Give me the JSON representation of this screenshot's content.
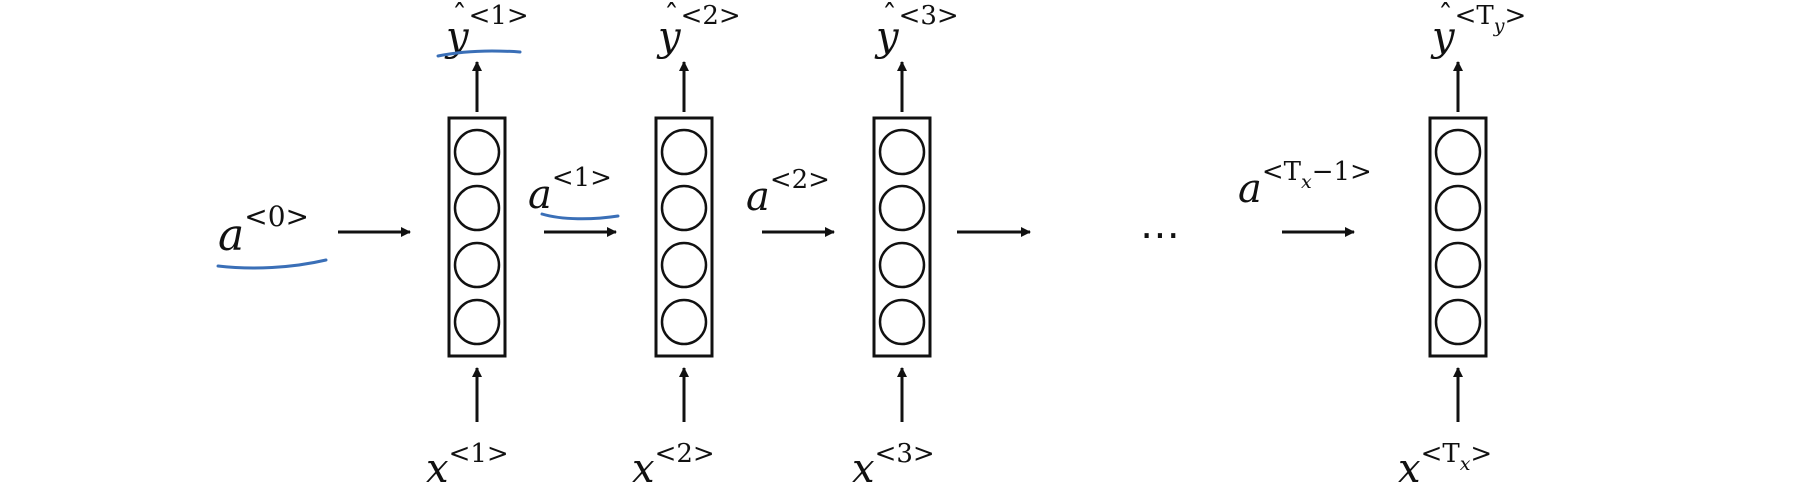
{
  "labels": {
    "a0": {
      "base": "a",
      "sup": "<0>"
    },
    "a1": {
      "base": "a",
      "sup": "<1>"
    },
    "a2": {
      "base": "a",
      "sup": "<2>"
    },
    "aT": {
      "base": "a",
      "sup_open": "<T",
      "sup_sub": "x",
      "sup_close": "−1>"
    },
    "y1": {
      "hat": "ˆ",
      "base": "y",
      "sup": "<1>"
    },
    "y2": {
      "hat": "ˆ",
      "base": "y",
      "sup": "<2>"
    },
    "y3": {
      "hat": "ˆ",
      "base": "y",
      "sup": "<3>"
    },
    "yT": {
      "hat": "ˆ",
      "base": "y",
      "sup_open": "<T",
      "sup_sub": "y",
      "sup_close": ">"
    },
    "x1": {
      "base": "x",
      "sup": "<1>"
    },
    "x2": {
      "base": "x",
      "sup": "<2>"
    },
    "x3": {
      "base": "x",
      "sup": "<3>"
    },
    "xT": {
      "base": "x",
      "sup_open": "<T",
      "sup_sub": "x",
      "sup_close": ">"
    },
    "ellipsis": "⋯"
  },
  "colors": {
    "ink": "#111111",
    "annotation": "#3a6fb7"
  }
}
